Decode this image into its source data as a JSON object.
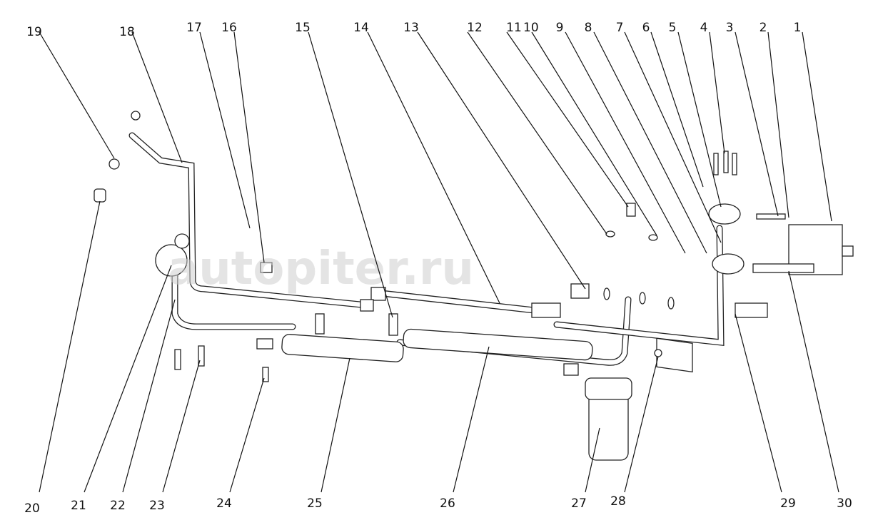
{
  "diagram": {
    "watermark": "autopiter.ru",
    "top_labels": [
      "19",
      "18",
      "17",
      "16",
      "15",
      "14",
      "13",
      "12",
      "11",
      "10",
      "9",
      "8",
      "7",
      "6",
      "5",
      "4",
      "3",
      "2",
      "1"
    ],
    "bottom_labels": [
      "20",
      "21",
      "22",
      "23",
      "24",
      "25",
      "26",
      "27",
      "28",
      "29",
      "30"
    ]
  }
}
